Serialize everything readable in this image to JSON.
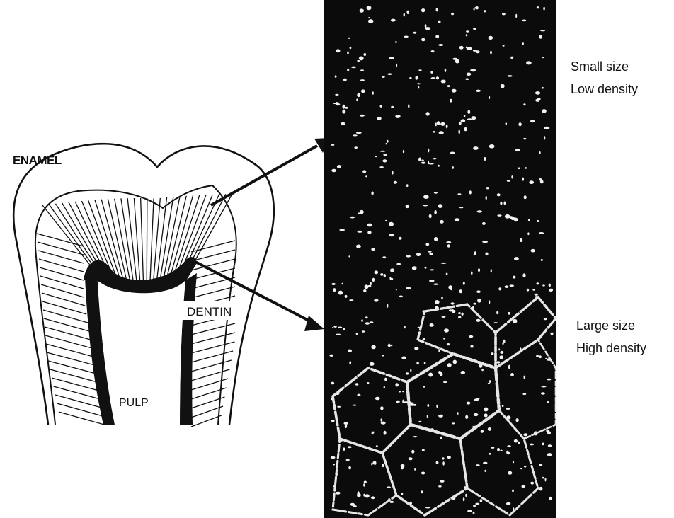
{
  "diagram": {
    "tooth_labels": {
      "enamel": "ENAMEL",
      "dentin": "DENTIN",
      "pulp": "PULP"
    },
    "micrograph_regions": [
      {
        "id": "upper",
        "size_label": "Small size",
        "density_label": "Low density"
      },
      {
        "id": "lower",
        "size_label": "Large size",
        "density_label": "High density"
      }
    ],
    "colors": {
      "line": "#111111",
      "micrograph_background": "#0b0b0b",
      "tubule_highlight": "#f2f2f2"
    }
  }
}
